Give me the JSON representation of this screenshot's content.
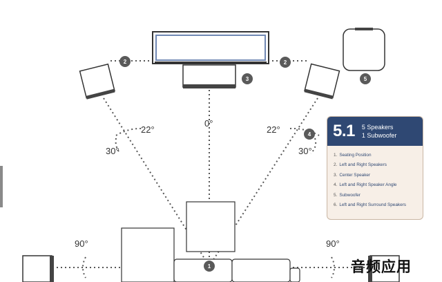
{
  "angles": {
    "center": "0°",
    "left_22": "22°",
    "right_22": "22°",
    "left_30": "30°",
    "right_30": "30°",
    "left_90": "90°",
    "right_90": "90°"
  },
  "badges": {
    "listening_position": "1",
    "left_front": "2",
    "right_front": "2",
    "center": "3",
    "angle": "4",
    "subwoofer": "5"
  },
  "panel": {
    "title_number": "5.1",
    "line1": "5 Speakers",
    "line2": "1 Subwoofer",
    "items": [
      {
        "num": "1.",
        "text": "Seating Position"
      },
      {
        "num": "2.",
        "text": "Left and Right Speakers"
      },
      {
        "num": "3.",
        "text": "Center Speaker"
      },
      {
        "num": "4.",
        "text": "Left and Right Speaker Angle"
      },
      {
        "num": "5.",
        "text": "Subwoofer"
      },
      {
        "num": "6.",
        "text": "Left and Right Surround Speakers"
      }
    ]
  },
  "watermark": "音频应用",
  "colors": {
    "panel_header": "#2f4873",
    "panel_body": "#f7efe7",
    "badge": "#5a5a5a",
    "tv_frame": "#6f87b3",
    "dotted_line": "#555555"
  }
}
